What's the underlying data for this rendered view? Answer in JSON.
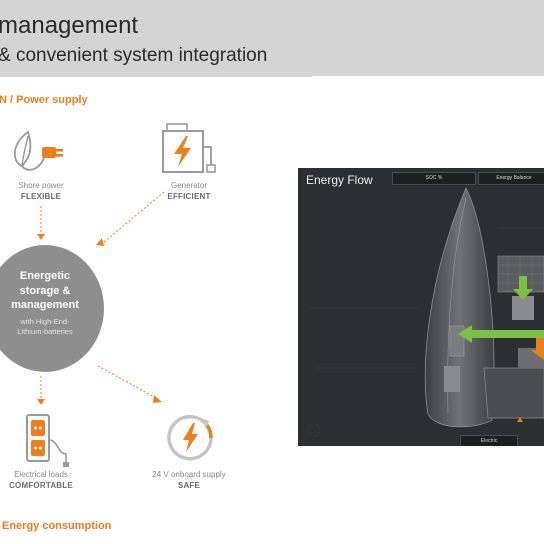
{
  "header": {
    "title": "management",
    "subtitle": "& convenient system integration"
  },
  "sections": {
    "supply_label": "N / Power supply",
    "consumption_label": "Energy consumption"
  },
  "nodes": {
    "shore_power": {
      "caption": "Shore power",
      "tag": "FLEXIBLE"
    },
    "generator": {
      "caption": "Generator",
      "tag": "EFFICIENT"
    },
    "storage": {
      "line1": "Energetic",
      "line2": "storage &",
      "line3": "management",
      "sub1": "with High-End-",
      "sub2": "Lithium-batteries"
    },
    "loads": {
      "caption": "Electrical loads",
      "tag": "COMFORTABLE"
    },
    "onboard": {
      "caption": "24 V onboard supply",
      "tag": "SAFE"
    }
  },
  "energy_flow": {
    "title": "Energy Flow",
    "tabs": [
      "SOC %",
      "Energy Balance"
    ],
    "footer_tab": "Electric"
  },
  "colors": {
    "accent": "#ee7d1a",
    "header_bg": "#d4d4d4",
    "circle": "#8e8e8e",
    "screen_bg": "#2c2e31",
    "flow_green": "#7cc242",
    "flow_orange": "#e8801e"
  }
}
